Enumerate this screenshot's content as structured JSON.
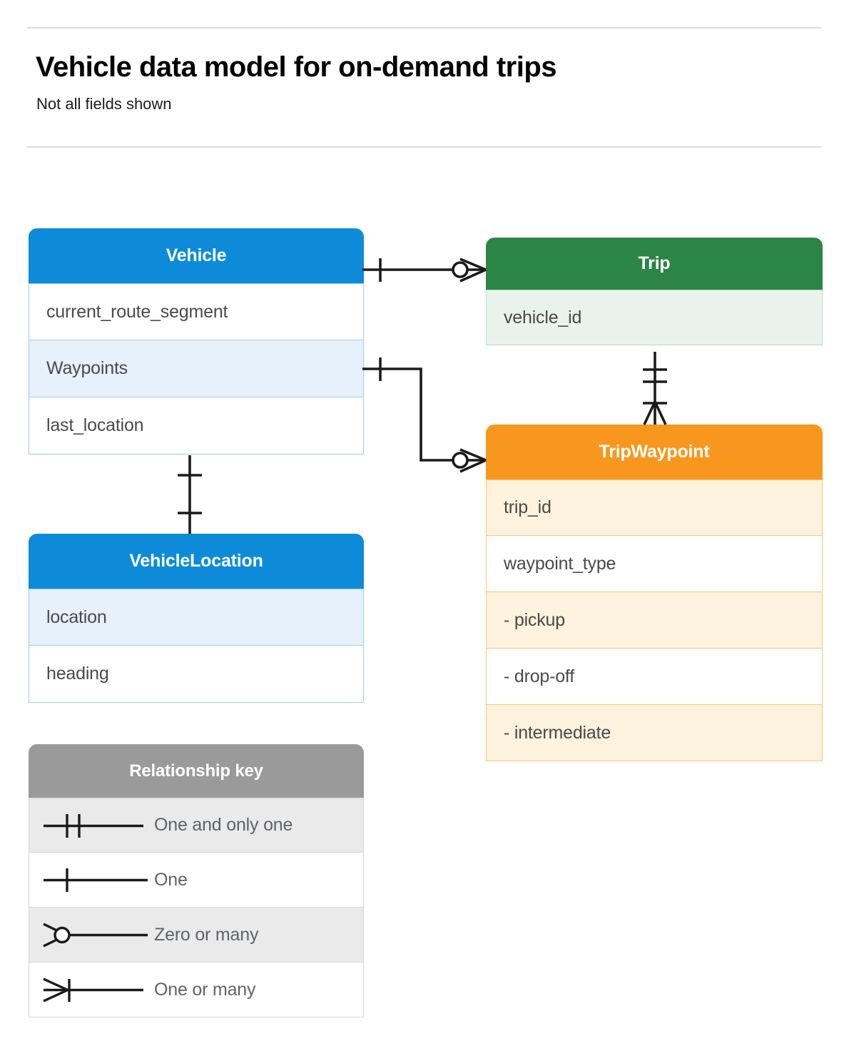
{
  "header": {
    "title": "Vehicle data model for on-demand trips",
    "subtitle": "Not all fields shown"
  },
  "colors": {
    "blue": "#0d8bd9",
    "blue_row_alt": "#e6f1fc",
    "blue_border": "#9ecbf0",
    "green": "#2b8544",
    "green_row_alt": "#e9f3ec",
    "green_border": "#b6ddc0",
    "orange": "#f7971d",
    "orange_row_alt": "#fdf2de",
    "orange_border": "#f8c870",
    "gray": "#9a9a9a",
    "gray_row_alt": "#eaeaea",
    "line": "#1b1b1b",
    "rule": "#dadce0",
    "field_text": "#4a4a4a"
  },
  "entities": [
    {
      "id": "vehicle",
      "name": "Vehicle",
      "theme": "blue",
      "fields": [
        {
          "label": "current_route_segment",
          "highlight": false
        },
        {
          "label": "Waypoints",
          "highlight": true
        },
        {
          "label": "last_location",
          "highlight": false
        }
      ]
    },
    {
      "id": "vehiclelocation",
      "name": "VehicleLocation",
      "theme": "blue",
      "fields": [
        {
          "label": "location",
          "highlight": true
        },
        {
          "label": "heading",
          "highlight": false
        }
      ]
    },
    {
      "id": "trip",
      "name": "Trip",
      "theme": "green",
      "fields": [
        {
          "label": "vehicle_id",
          "highlight": true
        }
      ]
    },
    {
      "id": "tripwaypoint",
      "name": "TripWaypoint",
      "theme": "orange",
      "fields": [
        {
          "label": "trip_id",
          "highlight": true
        },
        {
          "label": "waypoint_type",
          "highlight": false
        },
        {
          "label": "- pickup",
          "highlight": true
        },
        {
          "label": "- drop-off",
          "highlight": false
        },
        {
          "label": "- intermediate",
          "highlight": true
        }
      ]
    }
  ],
  "legend": {
    "title": "Relationship key",
    "rows": [
      {
        "symbol": "one-and-only-one",
        "label": "One and only one"
      },
      {
        "symbol": "one",
        "label": "One"
      },
      {
        "symbol": "zero-or-many",
        "label": "Zero or many"
      },
      {
        "symbol": "one-or-many",
        "label": "One or many"
      }
    ]
  },
  "relationships": [
    {
      "id": "vehicle-to-trip",
      "from": "Vehicle",
      "to": "Trip",
      "from_cardinality": "one",
      "to_cardinality": "zero-or-many"
    },
    {
      "id": "vehicle-waypoints-to-tripwaypoint",
      "from": "Vehicle.Waypoints",
      "to": "TripWaypoint",
      "from_cardinality": "one",
      "to_cardinality": "zero-or-many"
    },
    {
      "id": "vehicle-to-vehiclelocation",
      "from": "Vehicle",
      "to": "VehicleLocation",
      "from_cardinality": "one",
      "to_cardinality": "one"
    },
    {
      "id": "trip-to-tripwaypoint",
      "from": "Trip",
      "to": "TripWaypoint",
      "from_cardinality": "one-and-only-one",
      "to_cardinality": "one-or-many"
    }
  ]
}
